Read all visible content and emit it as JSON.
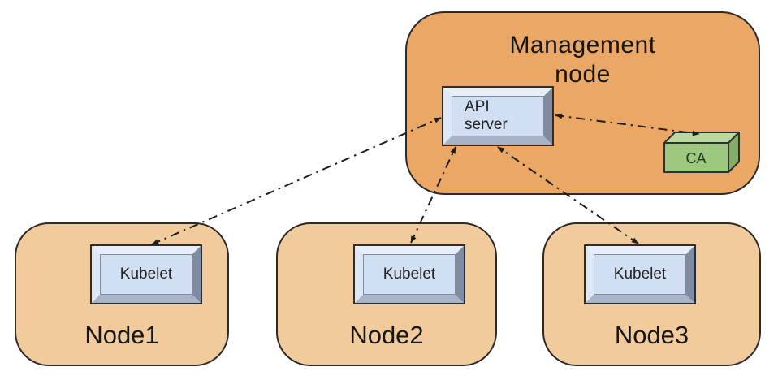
{
  "management": {
    "label": "Management node",
    "api_server_label": "API server",
    "ca_label": "CA"
  },
  "nodes": [
    {
      "label": "Node1",
      "component": "Kubelet"
    },
    {
      "label": "Node2",
      "component": "Kubelet"
    },
    {
      "label": "Node3",
      "component": "Kubelet"
    }
  ],
  "connections": [
    {
      "from": "API server",
      "to": "Node1 Kubelet",
      "style": "dash-dot",
      "bidirectional": true
    },
    {
      "from": "API server",
      "to": "Node2 Kubelet",
      "style": "dash-dot",
      "bidirectional": true
    },
    {
      "from": "API server",
      "to": "Node3 Kubelet",
      "style": "dash-dot",
      "bidirectional": true
    },
    {
      "from": "API server",
      "to": "CA",
      "style": "dash-dot",
      "bidirectional": true
    }
  ],
  "colors": {
    "management_fill": "#eaa765",
    "node_fill": "#f2cb9d",
    "box_face": "#d1dff2",
    "box_bevel_light": "#e7eef9",
    "box_bevel_dark": "#7e8ba0",
    "ca_front": "#9cc97f",
    "ca_top": "#b9d8a2",
    "ca_side": "#83ac67",
    "outline": "#2b2b2b",
    "arrow": "#1e1e1e"
  }
}
